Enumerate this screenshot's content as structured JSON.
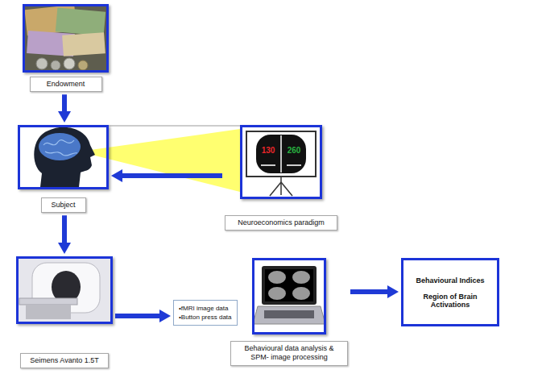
{
  "diagram": {
    "nodes": [
      {
        "text": [
          "Endowment"
        ]
      },
      {
        "text": [
          "Subject"
        ]
      },
      {
        "text": [
          "Neuroeconomics paradigm"
        ]
      },
      {
        "text": [
          "Seimens Avanto 1.5T"
        ]
      },
      {
        "text": [
          "•fMRI image data",
          "•Button press data"
        ]
      },
      {
        "text": [
          "Behavioural data analysis & SPM- image processing"
        ]
      },
      {
        "text": [
          "Behavioural Indices",
          "Region of Brain Activations"
        ]
      }
    ],
    "edges": [
      {
        "from": 0,
        "to": 1,
        "arrow": "to"
      },
      {
        "from": 2,
        "to": 1,
        "arrow": "to"
      },
      {
        "from": 1,
        "to": 3,
        "arrow": "to"
      },
      {
        "from": 3,
        "to": 4,
        "arrow": "to"
      },
      {
        "from": 5,
        "to": 6,
        "arrow": "to"
      }
    ],
    "labels": [
      "130",
      "260"
    ]
  }
}
